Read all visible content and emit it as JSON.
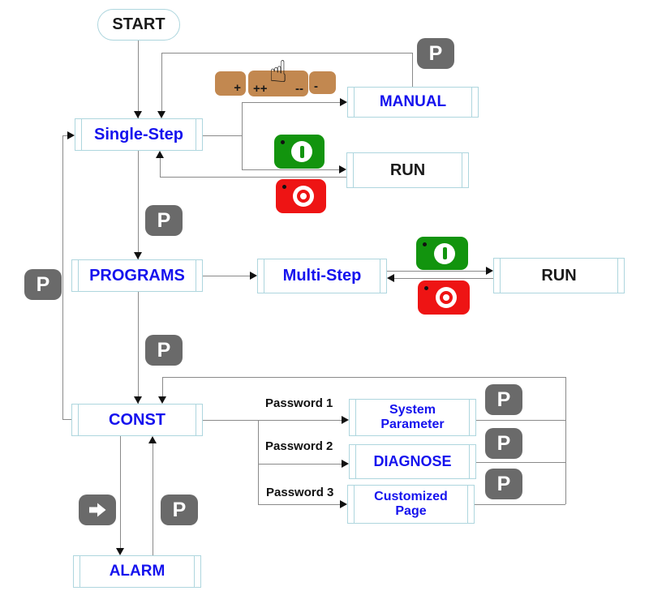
{
  "diagram": {
    "nodes": {
      "start": "START",
      "single_step": "Single-Step",
      "manual": "MANUAL",
      "run_top": "RUN",
      "programs": "PROGRAMS",
      "multi_step": "Multi-Step",
      "run_mid": "RUN",
      "const": "CONST",
      "system_parameter": "System Parameter",
      "diagnose": "DIAGNOSE",
      "customized_page": "Customized Page",
      "alarm": "ALARM"
    },
    "edge_labels": {
      "password_1": "Password 1",
      "password_2": "Password 2",
      "password_3": "Password 3"
    },
    "keys": {
      "p": "P",
      "plus": "+",
      "double_plus": "++",
      "double_minus": "--",
      "minus": "-",
      "hand_icon": "☝"
    },
    "colors": {
      "node_border": "#aed6de",
      "node_text_blue": "#1512ee",
      "node_text_black": "#1a1a1a",
      "key_gray": "#6a6a6a",
      "key_brown": "#c28850",
      "start_green": "#12940e",
      "stop_red": "#ee1414",
      "connector": "#8a8a8a"
    }
  }
}
